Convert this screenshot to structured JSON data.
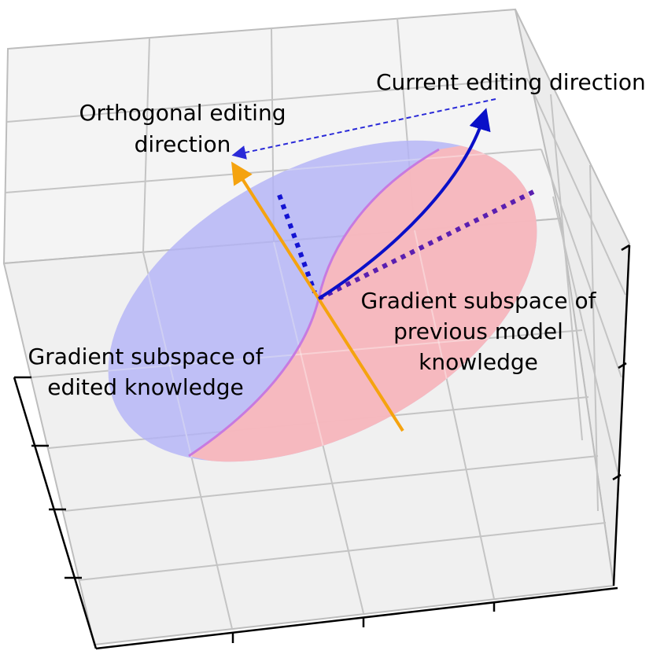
{
  "diagram": {
    "labels": {
      "current_direction": "Current editing direction",
      "orthogonal_line1": "Orthogonal editing",
      "orthogonal_line2": "direction",
      "previous_line1": "Gradient subspace of",
      "previous_line2": "previous model",
      "previous_line3": "knowledge",
      "edited_line1": "Gradient subspace of",
      "edited_line2": "edited knowledge"
    },
    "colors": {
      "edited_subspace_fill": "#b3b3f7",
      "previous_subspace_fill": "#f9b8bc",
      "intersection_curve": "#c77ae0",
      "current_direction_arrow": "#0a10c8",
      "orthogonal_direction_arrow": "#f5a30f",
      "projection_dotted_blue": "#1414d2",
      "projection_dotted_purple": "#5a1fb0",
      "grid_line": "#bdbdbd",
      "axis_line": "#000000"
    }
  }
}
